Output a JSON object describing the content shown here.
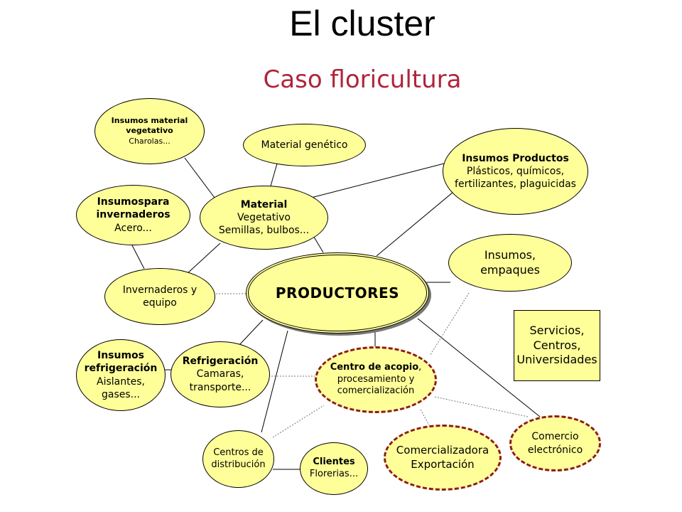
{
  "title": "El cluster",
  "subtitle": "Caso floricultura",
  "nodes": {
    "insumos_material_vegetativo": {
      "line1": "Insumos  material",
      "line2": "vegetativo",
      "line3": "Charolas..."
    },
    "material_genetico": {
      "label": "Material genético"
    },
    "insumos_productos": {
      "line1": "Insumos Productos",
      "line2": "Plásticos, químicos,",
      "line3": "fertilizantes, plaguicidas"
    },
    "insumos_invernaderos": {
      "line1": "Insumospara",
      "line2": "invernaderos",
      "line3": "Acero..."
    },
    "material_vegetativo": {
      "line1": "Material",
      "line2": "Vegetativo",
      "line3": "Semillas, bulbos..."
    },
    "insumos_empaques": {
      "line1": "Insumos,",
      "line2": "empaques"
    },
    "invernaderos_equipo": {
      "line1": "Invernaderos y",
      "line2": "equipo"
    },
    "productores": {
      "label": "PRODUCTORES"
    },
    "servicios": {
      "line1": "Servicios,",
      "line2": "Centros,",
      "line3": "Universidades"
    },
    "insumos_refrigeracion": {
      "line1": "Insumos",
      "line2": "refrigeración",
      "line3": "Aislantes,",
      "line4": "gases..."
    },
    "refrigeracion": {
      "line1": "Refrigeración",
      "line2": "Camaras,",
      "line3": "transporte..."
    },
    "centro_acopio": {
      "line1_bold": "Centro de acopio",
      "line1_rest": ",",
      "line2": "procesamiento y",
      "line3": "comercialización"
    },
    "comercio_electronico": {
      "line1": "Comercio",
      "line2": "electrónico"
    },
    "centros_distribucion": {
      "line1": "Centros de",
      "line2": "distribución"
    },
    "clientes": {
      "line1": "Clientes",
      "line2": "Florerias..."
    },
    "comercializadora": {
      "line1": "Comercializadora",
      "line2": "Exportación"
    }
  }
}
